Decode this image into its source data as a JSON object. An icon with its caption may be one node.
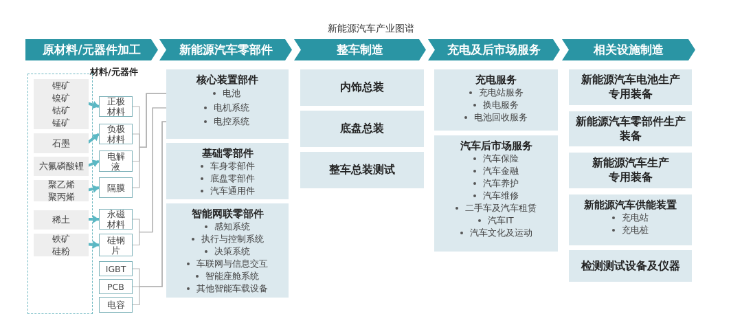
{
  "diagram": {
    "title": "新能源汽车产业图谱",
    "nodes": [
      {
        "text": [
          "原材料/元器件加工"
        ]
      },
      {
        "text": [
          "新能源汽车零部件"
        ]
      },
      {
        "text": [
          "整车制造"
        ]
      },
      {
        "text": [
          "充电及后市场服务"
        ]
      },
      {
        "text": [
          "相关设施制造"
        ]
      },
      {
        "text": [],
        "shape": "box"
      },
      {
        "text": [
          "锂矿",
          "镍矿",
          "钴矿",
          "锰矿"
        ],
        "in": 5
      },
      {
        "text": [
          "石墨"
        ],
        "in": 5
      },
      {
        "text": [
          "六氟磷酸锂"
        ],
        "in": 5
      },
      {
        "text": [
          "聚乙烯",
          "聚丙烯"
        ],
        "in": 5
      },
      {
        "text": [
          "稀土"
        ],
        "in": 5
      },
      {
        "text": [
          "铁矿",
          "硅粉"
        ],
        "in": 5
      },
      {
        "text": [
          "正极材料"
        ]
      },
      {
        "text": [
          "负极材料"
        ]
      },
      {
        "text": [
          "电解液"
        ]
      },
      {
        "text": [
          "隔膜"
        ]
      },
      {
        "text": [
          "永磁材料"
        ]
      },
      {
        "text": [
          "硅钢片"
        ]
      },
      {
        "text": [
          "IGBT"
        ]
      },
      {
        "text": [
          "PCB"
        ]
      },
      {
        "text": [
          "电容"
        ]
      },
      {
        "text": [
          "核心装置部件"
        ]
      },
      {
        "text": [
          "电池"
        ],
        "in": 21
      },
      {
        "text": [
          "电机系统"
        ],
        "in": 21
      },
      {
        "text": [
          "电控系统"
        ],
        "in": 21
      },
      {
        "text": [
          "基础零部件",
          "车身零部件",
          "底盘零部件",
          "汽车通用件"
        ]
      },
      {
        "text": [
          "智能网联零部件",
          "感知系统",
          "执行与控制系统",
          "决策系统",
          "车联网与信息交互",
          "智能座舱系统",
          "其他智能车载设备"
        ]
      },
      {
        "text": [
          "内饰总装"
        ]
      },
      {
        "text": [
          "底盘总装"
        ]
      },
      {
        "text": [
          "整车总装测试"
        ]
      },
      {
        "text": [
          "充电服务",
          "充电站服务",
          "换电服务",
          "电池回收服务"
        ]
      },
      {
        "text": [
          "汽车后市场服务",
          "汽车保险",
          "汽车金融",
          "汽车养护",
          "汽车维修",
          "二手车及汽车租赁",
          "汽车IT",
          "汽车文化及运动"
        ]
      },
      {
        "text": [
          "新能源汽车电池生产专用装备"
        ]
      },
      {
        "text": [
          "新能源汽车零部件生产装备"
        ]
      },
      {
        "text": [
          "新能源汽车生产专用装备"
        ]
      },
      {
        "text": [
          "新能源汽车供能装置",
          "充电站",
          "充电桩"
        ]
      },
      {
        "text": [
          "检测测试设备及仪器"
        ]
      }
    ],
    "edges": [
      {
        "from": 6,
        "to": 12,
        "arrow": "to",
        "style": "thick",
        "color": "#5bb8c4"
      },
      {
        "from": 7,
        "to": 13,
        "arrow": "to",
        "style": "thick",
        "color": "#5bb8c4"
      },
      {
        "from": 8,
        "to": 14,
        "arrow": "to",
        "style": "thick",
        "color": "#5bb8c4"
      },
      {
        "from": 9,
        "to": 15,
        "arrow": "to",
        "style": "thick",
        "color": "#5bb8c4"
      },
      {
        "from": 10,
        "to": 16,
        "arrow": "to",
        "style": "thick",
        "color": "#5bb8c4"
      },
      {
        "from": 11,
        "to": 17,
        "arrow": "to",
        "style": "thick",
        "color": "#5bb8c4"
      },
      {
        "from": 12,
        "to": 22,
        "arrow": "to"
      },
      {
        "from": 13,
        "to": 22,
        "arrow": "to"
      },
      {
        "from": 14,
        "to": 22,
        "arrow": "to"
      },
      {
        "from": 15,
        "to": 22,
        "arrow": "to"
      },
      {
        "from": 16,
        "to": 23,
        "arrow": "to"
      },
      {
        "from": 17,
        "to": 23,
        "arrow": "to"
      },
      {
        "from": 18,
        "to": 24,
        "arrow": "to"
      },
      {
        "from": 19,
        "to": 24,
        "arrow": "to"
      },
      {
        "from": 20,
        "to": 24,
        "arrow": "to"
      }
    ],
    "labels": [
      "材料/元器件"
    ]
  }
}
